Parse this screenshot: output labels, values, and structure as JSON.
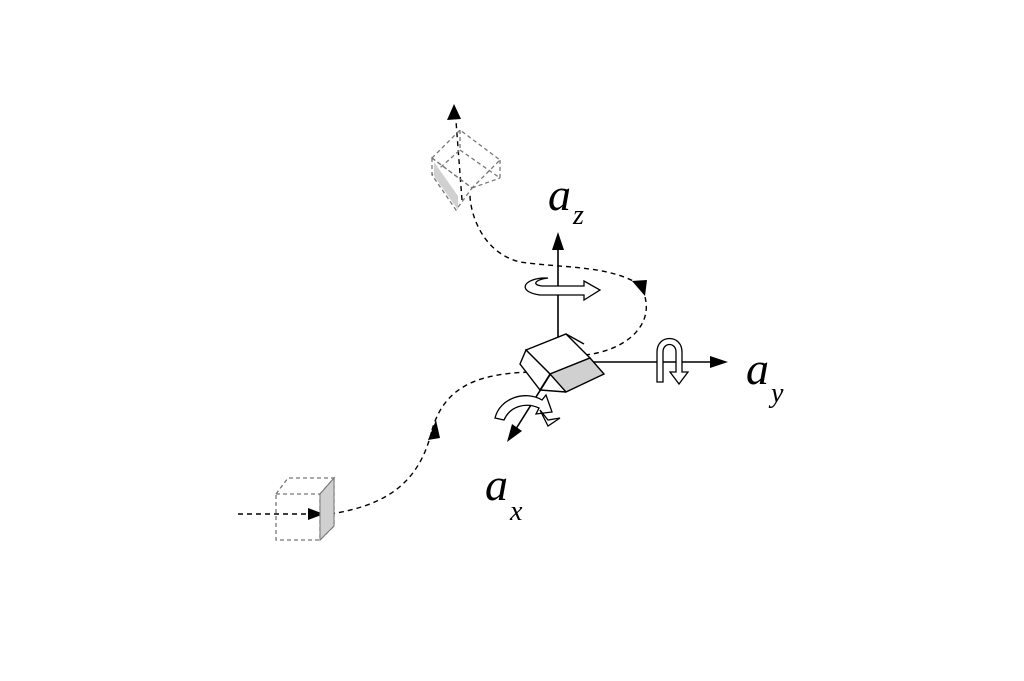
{
  "diagram": {
    "axes": {
      "z": {
        "symbol": "a",
        "subscript": "z"
      },
      "y": {
        "symbol": "a",
        "subscript": "y"
      },
      "x": {
        "symbol": "a",
        "subscript": "x"
      }
    },
    "colors": {
      "line": "#000000",
      "dashed_cube": "#777777",
      "face_fill": "#d0d0d0",
      "background": "#ffffff"
    }
  }
}
